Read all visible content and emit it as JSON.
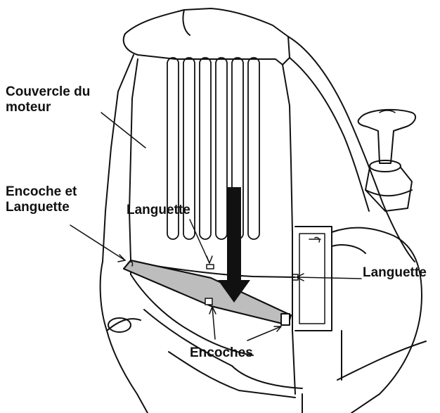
{
  "labels": {
    "couvercle": [
      "Couvercle du",
      "moteur"
    ],
    "encoche_languette": [
      "Encoche et",
      "Languette"
    ],
    "languette_middle": "Languette",
    "languette_right": "Languette",
    "encoches": "Encoches"
  },
  "colors": {
    "ink": "#111111",
    "panel_gray": "#bdbdbd",
    "background": "#ffffff"
  }
}
